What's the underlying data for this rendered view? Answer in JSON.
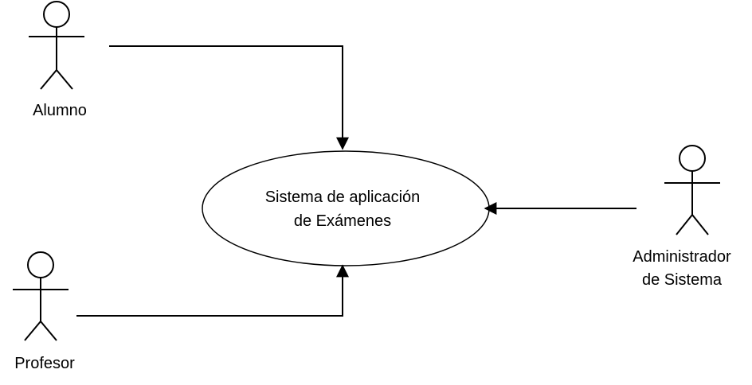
{
  "system": {
    "line1": "Sistema de aplicación",
    "line2": "de Exámenes"
  },
  "actors": {
    "alumno": {
      "label": "Alumno"
    },
    "profesor": {
      "label": "Profesor"
    },
    "admin": {
      "line1": "Administrador",
      "line2": "de Sistema"
    }
  },
  "icons": [
    "actor-stick-figure-icon",
    "arrowhead-icon"
  ]
}
